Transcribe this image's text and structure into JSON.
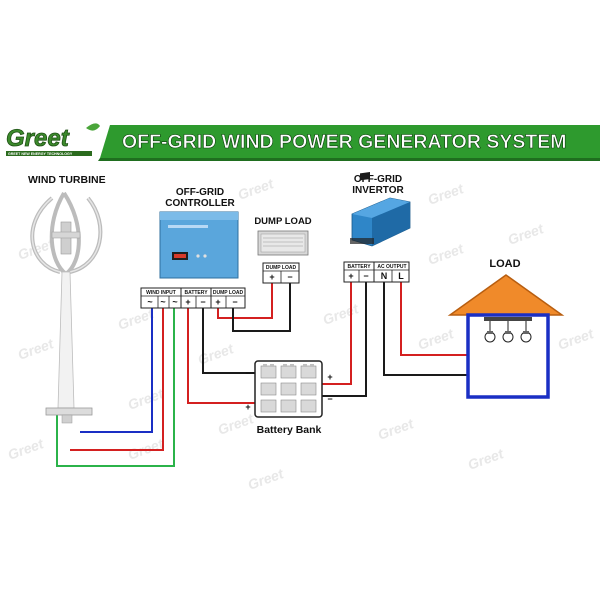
{
  "brand": {
    "logo_text": "Greet",
    "tagline": "GREET NEW ENERGY TECHNOLOGY"
  },
  "banner": {
    "title": "OFF-GRID  WIND POWER GENERATOR SYSTEM"
  },
  "labels": {
    "wind_turbine": "WIND TURBINE",
    "controller_line1": "OFF-GRID",
    "controller_line2": "CONTROLLER",
    "dump_load": "DUMP LOAD",
    "inverter_line1": "OFF-GRID",
    "inverter_line2": "INVERTOR",
    "load": "LOAD",
    "battery_bank": "Battery Bank"
  },
  "controller_terminals": {
    "wind_input": "WIND INPUT",
    "battery": "BATTERY",
    "dump_load": "DUMP LOAD",
    "wind_symbols": [
      "~",
      "~",
      "~"
    ],
    "battery_symbols": [
      "+",
      "−"
    ],
    "dump_symbols": [
      "+",
      "−"
    ]
  },
  "dump_load_terminal": {
    "header": "DUMP LOAD",
    "symbols": [
      "+",
      "−"
    ]
  },
  "inverter_terminals": {
    "battery": "BATTERY",
    "ac_output": "AC OUTPUT",
    "battery_symbols": [
      "+",
      "−"
    ],
    "ac_symbols": [
      "N",
      "L"
    ]
  },
  "battery_bank_terminals": {
    "left_minus": "−",
    "left_plus": "+",
    "right_plus": "+",
    "right_minus": "−"
  },
  "watermark": "Greet",
  "colors": {
    "banner_green": "#2e9a2e",
    "wire_red": "#d42020",
    "wire_blue": "#1a2fc4",
    "wire_green": "#2bb34a",
    "wire_black": "#1a1a1a",
    "roof_orange": "#f08a2a",
    "controller_blue": "#5aa6dc",
    "inverter_blue": "#2f86c8"
  }
}
